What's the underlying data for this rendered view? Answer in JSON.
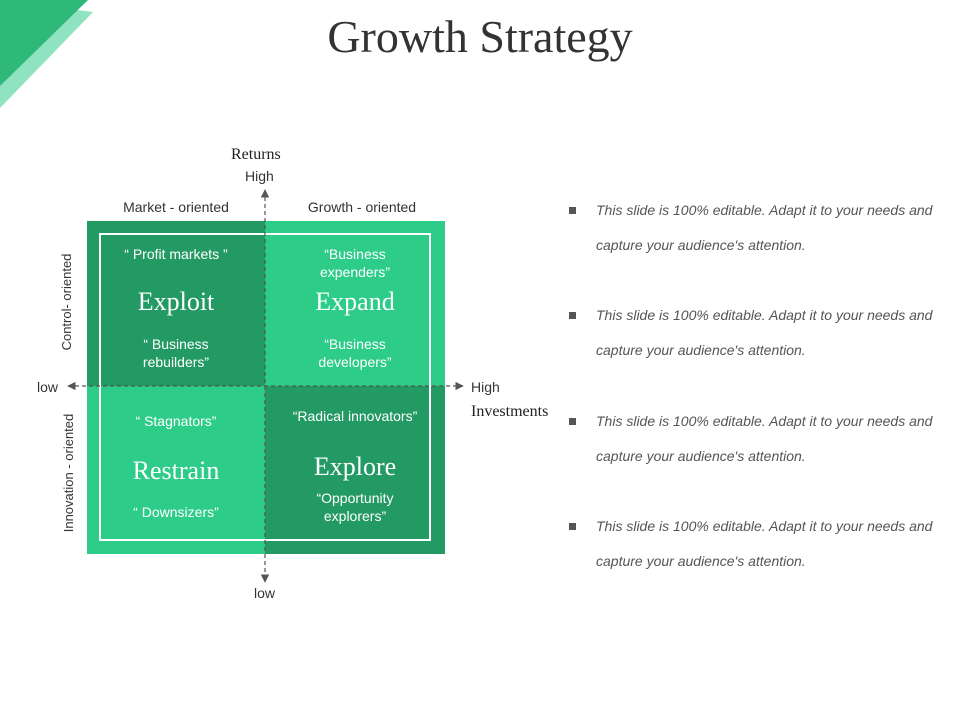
{
  "title": "Growth Strategy",
  "colors": {
    "dark_green": "#239a63",
    "light_green": "#2dcc89",
    "accent_light": "#8fe3c0"
  },
  "axes": {
    "y_title": "Returns",
    "y_high": "High",
    "y_low": "low",
    "x_title": "Investments",
    "x_high": "High",
    "x_low": "low"
  },
  "columns": {
    "left": "Market - oriented",
    "right": "Growth - oriented"
  },
  "rows": {
    "top": "Control- oriented",
    "bottom": "Innovation - oriented"
  },
  "quadrants": {
    "exploit": {
      "top": "“ Profit markets ”",
      "name": "Exploit",
      "bottom": "“ Business rebuilders”"
    },
    "expand": {
      "top": "“Business expenders”",
      "name": "Expand",
      "bottom": "“Business developers”"
    },
    "restrain": {
      "top": "“ Stagnators”",
      "name": "Restrain",
      "bottom": "“ Downsizers”"
    },
    "explore": {
      "top": "“Radical innovators”",
      "name": "Explore",
      "bottom": "“Opportunity explorers”"
    }
  },
  "bullets": [
    "This slide is 100% editable. Adapt it to your needs and capture your audience's attention.",
    "This slide is 100% editable. Adapt it to your needs and capture your audience's attention.",
    "This slide is 100% editable. Adapt it to your needs and capture your audience's attention.",
    "This slide is 100% editable. Adapt it to your needs and capture your audience's attention."
  ]
}
